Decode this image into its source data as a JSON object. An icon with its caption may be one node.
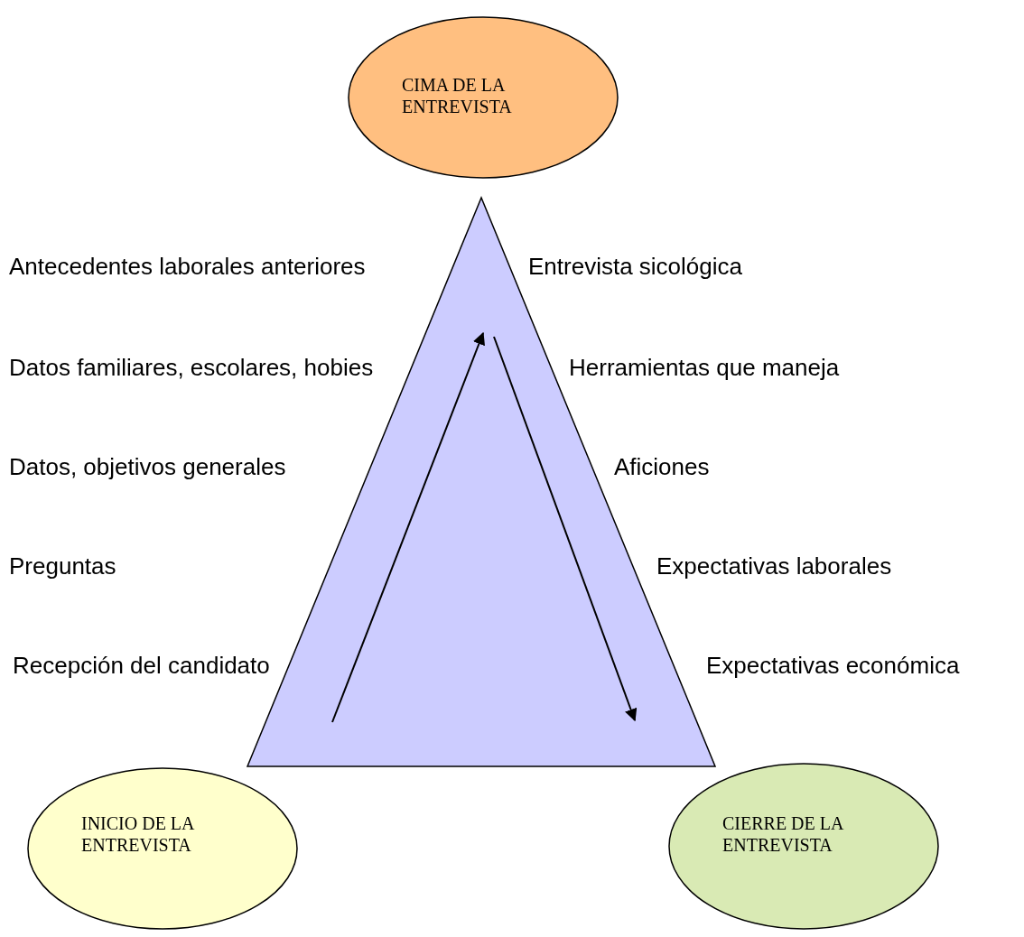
{
  "diagram": {
    "nodes": [
      {
        "text": [
          "CIMA DE LA ENTREVISTA"
        ]
      },
      {
        "text": [],
        "shape": "triangle"
      },
      {
        "text": [
          "INICIO DE LA ENTREVISTA"
        ]
      },
      {
        "text": [
          "CIERRE DE LA ENTREVISTA"
        ]
      }
    ],
    "edges": [],
    "labels": [
      "Antecedentes laborales anteriores",
      "Entrevista sicológica",
      "Datos familiares, escolares, hobies",
      "Herramientas que maneja",
      "Datos, objetivos generales",
      "Aficiones",
      "Preguntas",
      "Expectativas laborales",
      "Recepción del candidato",
      "Expectativas económica"
    ]
  }
}
